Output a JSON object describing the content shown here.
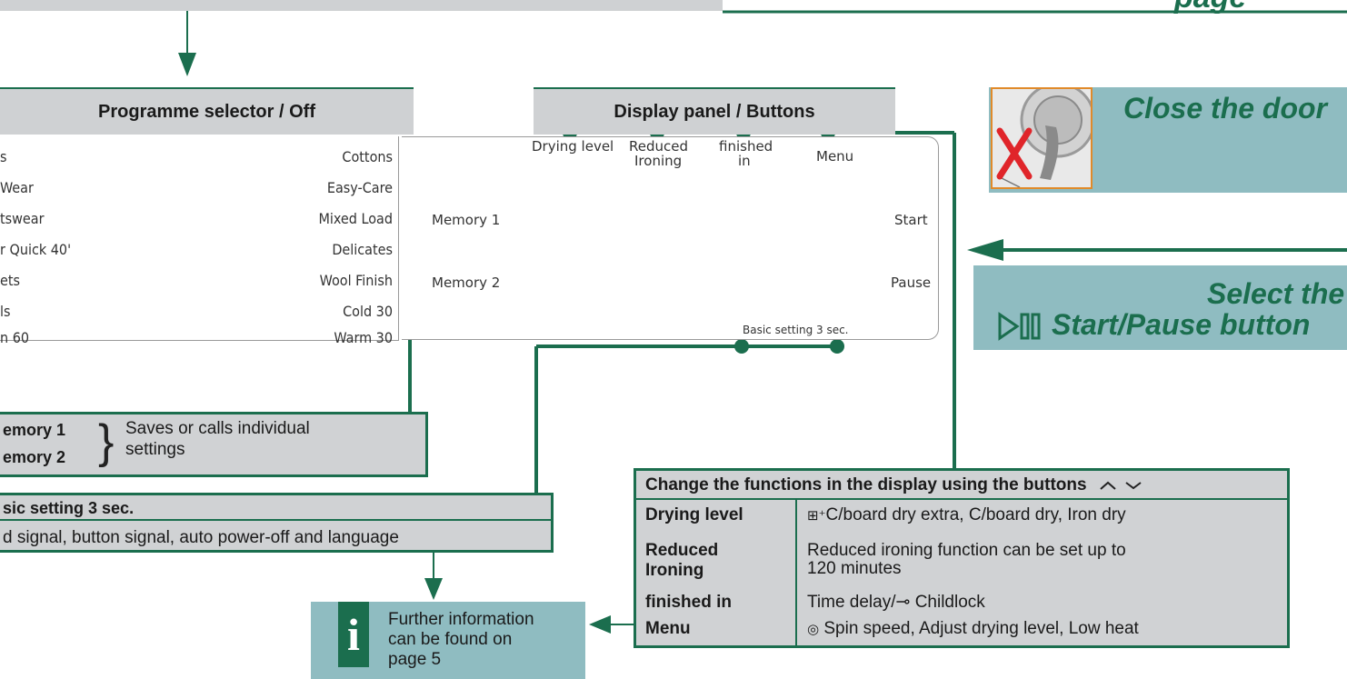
{
  "header": {
    "page_suffix": "page"
  },
  "programme_selector": {
    "title": "Programme selector / Off",
    "left_labels": [
      "s",
      "Wear",
      "tswear",
      "r Quick 40'",
      "ets",
      "ls",
      "n 60"
    ],
    "right_labels": [
      "Cottons",
      "Easy-Care",
      "Mixed Load",
      "Delicates",
      "Wool Finish",
      "Cold 30",
      "Warm 30"
    ]
  },
  "display_panel": {
    "title": "Display panel / Buttons",
    "drying_level": "Drying level",
    "reduced": "Reduced",
    "ironing": "Ironing",
    "finished": "finished",
    "in": "in",
    "menu": "Menu",
    "memory1": "Memory 1",
    "memory2": "Memory 2",
    "start": "Start",
    "pause": "Pause",
    "basic_setting": "Basic setting 3 sec."
  },
  "memory_box": {
    "line1": "emory 1",
    "line2": "emory 2",
    "desc_line1": "Saves or calls individual",
    "desc_line2": "settings"
  },
  "basic_box": {
    "title": "sic setting 3 sec.",
    "text": "d signal, button signal, auto power-off and language"
  },
  "info_box": {
    "icon": "i",
    "line1": "Further information",
    "line2": "can be found on",
    "line3": "page 5"
  },
  "close_door": {
    "text": "Close the door"
  },
  "select_start": {
    "line1": "Select the",
    "line2": "Start/Pause button"
  },
  "functions": {
    "caption": "Change the functions in the display using the buttons",
    "rows": [
      {
        "key": "Drying level",
        "value": "C/board dry extra,  C/board dry,  Iron dry"
      },
      {
        "key_line1": "Reduced",
        "key_line2": "Ironing",
        "value_line1": "Reduced ironing function can be set up to",
        "value_line2": "120 minutes"
      },
      {
        "key": "finished in",
        "value_pre": "Time delay/",
        "value_post": " Childlock"
      },
      {
        "key": "Menu",
        "value": " Spin speed,  Adjust drying level,  Low heat"
      }
    ]
  },
  "colors": {
    "green": "#1b6e4e",
    "teal": "#8fbcc1",
    "grey": "#d0d2d4"
  }
}
